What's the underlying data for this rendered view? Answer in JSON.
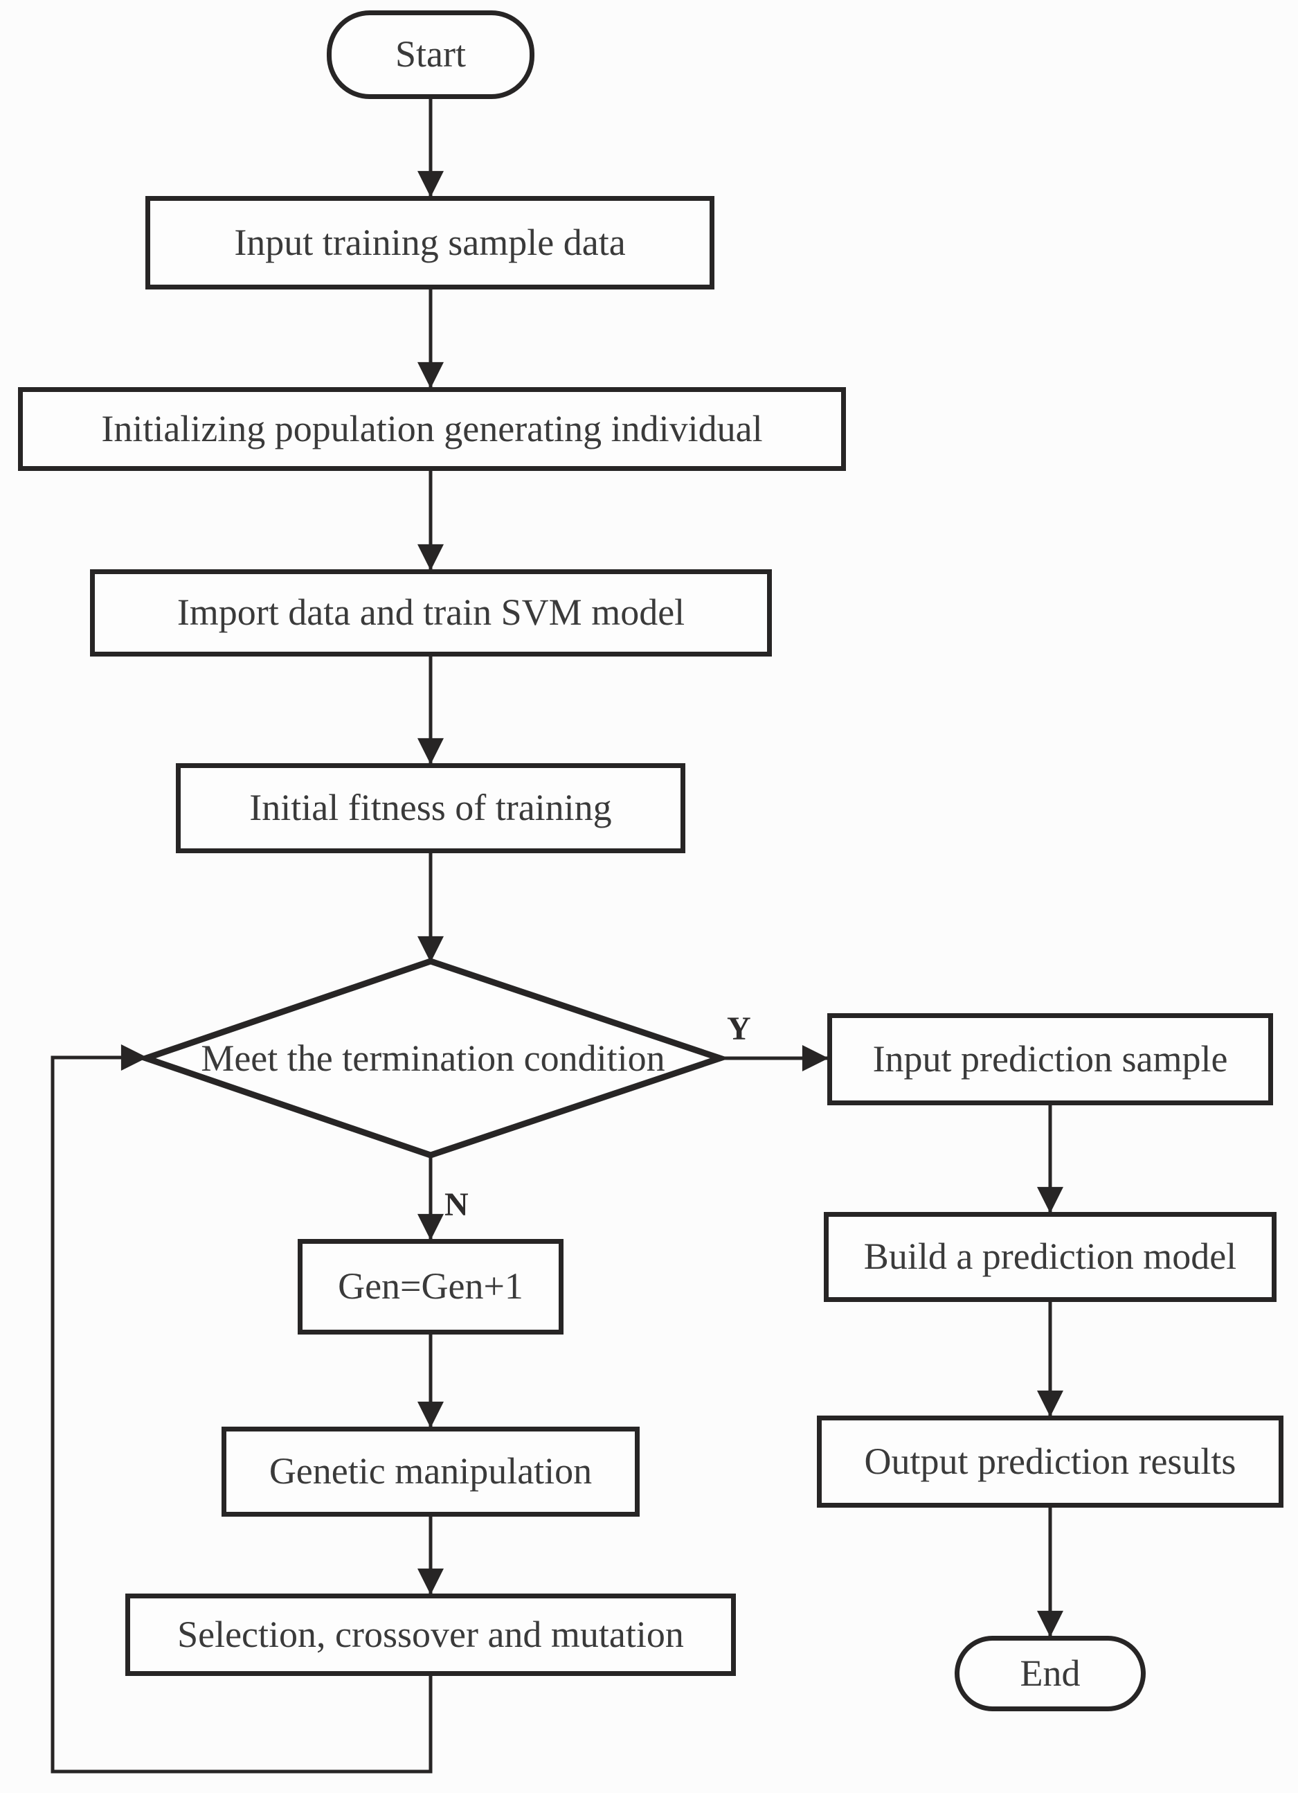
{
  "nodes": {
    "start": {
      "label": "Start",
      "type": "terminator"
    },
    "input_training": {
      "label": "Input training sample data",
      "type": "process"
    },
    "init_population": {
      "label": "Initializing population generating individual",
      "type": "process"
    },
    "import_train_svm": {
      "label": "Import data and train SVM model",
      "type": "process"
    },
    "initial_fitness": {
      "label": "Initial fitness of training",
      "type": "process"
    },
    "termination": {
      "label": "Meet the termination condition",
      "type": "decision"
    },
    "gen_increment": {
      "label": "Gen=Gen+1",
      "type": "process"
    },
    "genetic_manipulation": {
      "label": "Genetic manipulation",
      "type": "process"
    },
    "selection_crossover": {
      "label": "Selection, crossover and mutation",
      "type": "process"
    },
    "input_prediction": {
      "label": "Input prediction sample",
      "type": "process"
    },
    "build_model": {
      "label": "Build a prediction model",
      "type": "process"
    },
    "output_results": {
      "label": "Output prediction results",
      "type": "process"
    },
    "end": {
      "label": "End",
      "type": "terminator"
    }
  },
  "edges": [
    {
      "from": "start",
      "to": "input_training",
      "label": ""
    },
    {
      "from": "input_training",
      "to": "init_population",
      "label": ""
    },
    {
      "from": "init_population",
      "to": "import_train_svm",
      "label": ""
    },
    {
      "from": "import_train_svm",
      "to": "initial_fitness",
      "label": ""
    },
    {
      "from": "initial_fitness",
      "to": "termination",
      "label": ""
    },
    {
      "from": "termination",
      "to": "input_prediction",
      "label": "Y"
    },
    {
      "from": "termination",
      "to": "gen_increment",
      "label": "N"
    },
    {
      "from": "gen_increment",
      "to": "genetic_manipulation",
      "label": ""
    },
    {
      "from": "genetic_manipulation",
      "to": "selection_crossover",
      "label": ""
    },
    {
      "from": "selection_crossover",
      "to": "termination",
      "label": ""
    },
    {
      "from": "input_prediction",
      "to": "build_model",
      "label": ""
    },
    {
      "from": "build_model",
      "to": "output_results",
      "label": ""
    },
    {
      "from": "output_results",
      "to": "end",
      "label": ""
    }
  ],
  "colors": {
    "line": "#272525",
    "text": "#3a3a3a",
    "node_fill": "#fdfdfd",
    "background": "#fcfcfc"
  }
}
